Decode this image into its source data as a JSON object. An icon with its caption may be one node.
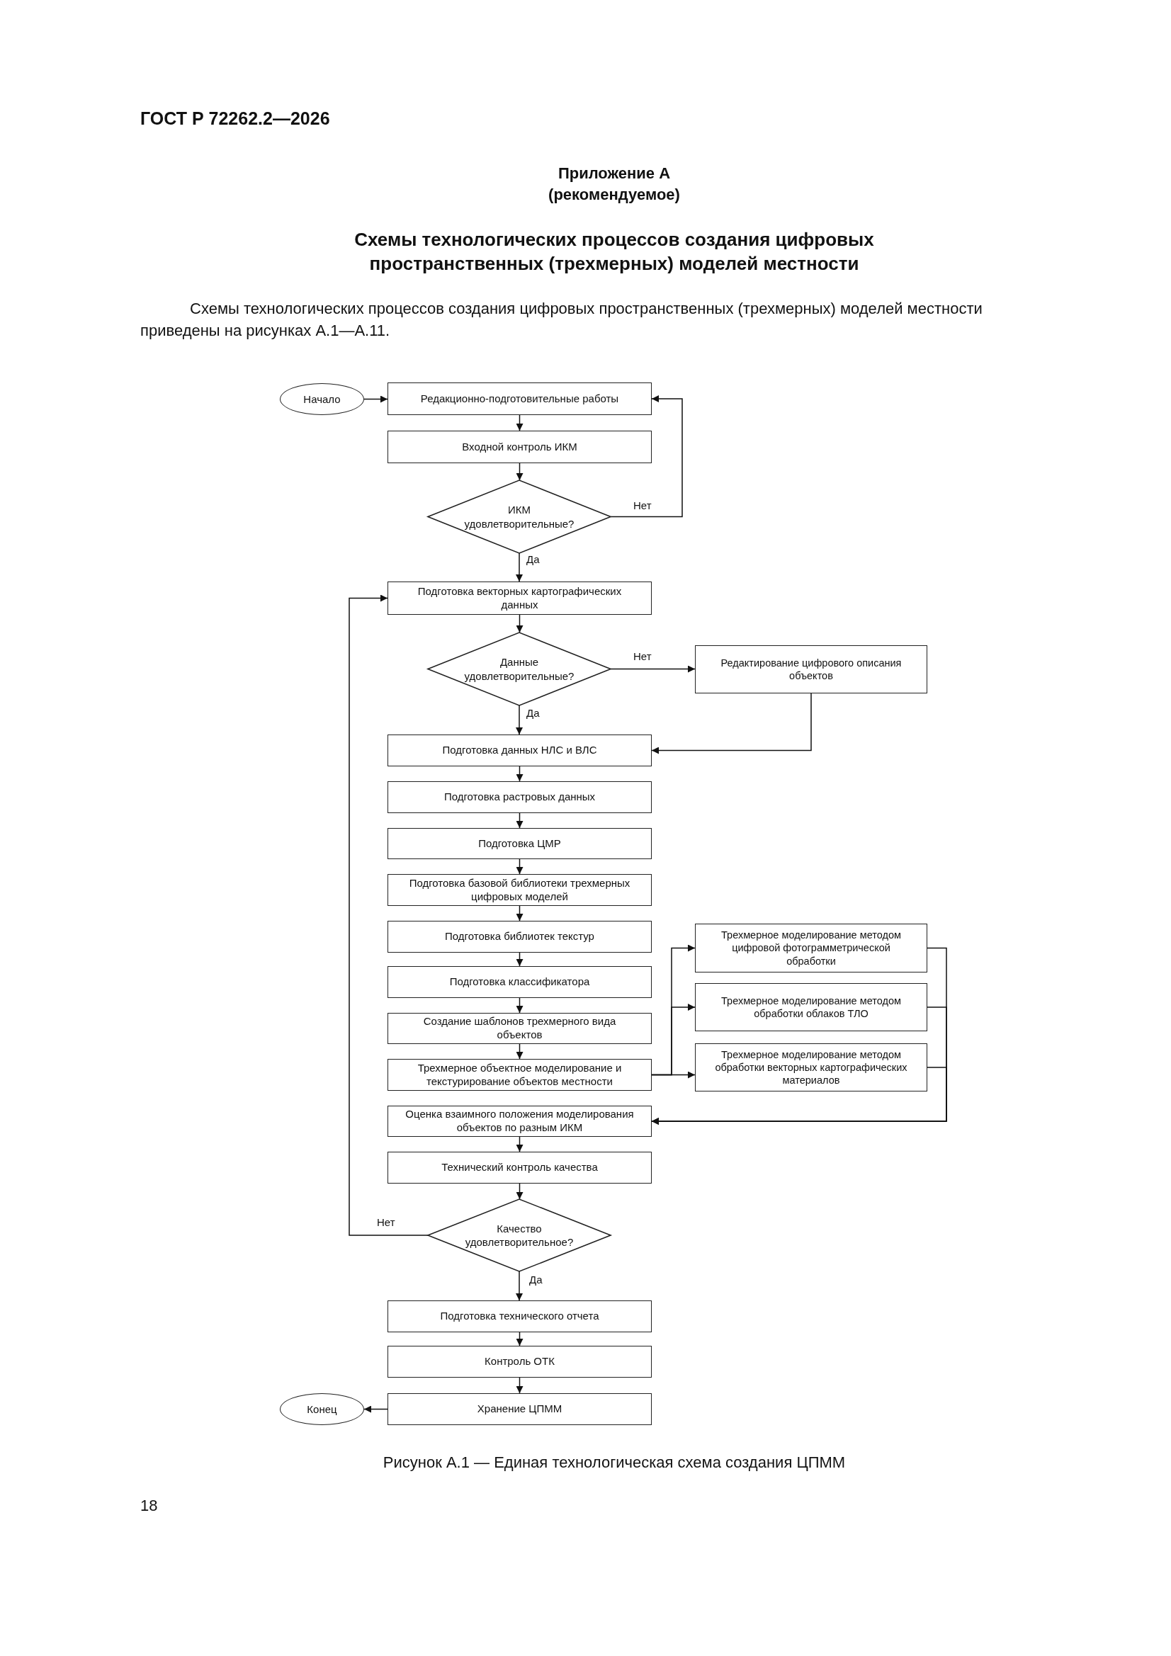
{
  "diagram": {
    "title": "Схемы технологических процессов создания цифровых пространственных (трехмерных) моделей местности",
    "caption": "Рисунок А.1 — Единая технологическая схема создания ЦПММ",
    "labels": [
      "ГОСТ Р 72262.2—2026",
      "Приложение А",
      "(рекомендуемое)",
      "Схемы технологических процессов создания цифровых пространственных (трехмерных) моделей местности приведены на рисунках А.1—А.11.",
      "18"
    ],
    "nodes": [
      {
        "text": [
          "Начало"
        ]
      },
      {
        "text": [
          "Редакционно-подготовительные работы"
        ]
      },
      {
        "text": [
          "Входной контроль ИКМ"
        ]
      },
      {
        "text": [
          "ИКМ удовлетворительные?"
        ]
      },
      {
        "text": [
          "Подготовка векторных картографических данных"
        ]
      },
      {
        "text": [
          "Данные удовлетворительные?"
        ]
      },
      {
        "text": [
          "Редактирование цифрового описания объектов"
        ]
      },
      {
        "text": [
          "Подготовка данных НЛС и ВЛС"
        ]
      },
      {
        "text": [
          "Подготовка растровых данных"
        ]
      },
      {
        "text": [
          "Подготовка ЦМР"
        ]
      },
      {
        "text": [
          "Подготовка базовой библиотеки трехмерных цифровых моделей"
        ]
      },
      {
        "text": [
          "Подготовка библиотек текстур"
        ]
      },
      {
        "text": [
          "Подготовка классификатора"
        ]
      },
      {
        "text": [
          "Создание шаблонов трехмерного вида объектов"
        ]
      },
      {
        "text": [
          "Трехмерное объектное моделирование и текстурирование объектов местности"
        ]
      },
      {
        "text": [
          "Трехмерное моделирование методом цифровой фотограмметрической обработки"
        ]
      },
      {
        "text": [
          "Трехмерное моделирование методом обработки облаков ТЛО"
        ]
      },
      {
        "text": [
          "Трехмерное моделирование методом обработки векторных картографических материалов"
        ]
      },
      {
        "text": [
          "Оценка взаимного положения моделирования объектов по разным ИКМ"
        ]
      },
      {
        "text": [
          "Технический контроль качества"
        ]
      },
      {
        "text": [
          "Качество удовлетворительное?"
        ]
      },
      {
        "text": [
          "Подготовка технического отчета"
        ]
      },
      {
        "text": [
          "Контроль ОТК"
        ]
      },
      {
        "text": [
          "Хранение ЦПММ"
        ]
      },
      {
        "text": [
          "Конец"
        ]
      }
    ],
    "edges": [
      {
        "from": 0,
        "to": 1,
        "arrow": "to"
      },
      {
        "from": 1,
        "to": 2,
        "arrow": "to"
      },
      {
        "from": 2,
        "to": 3,
        "arrow": "to"
      },
      {
        "from": 3,
        "to": 1,
        "arrow": "to",
        "label": "Нет"
      },
      {
        "from": 3,
        "to": 4,
        "arrow": "to",
        "label": "Да"
      },
      {
        "from": 4,
        "to": 5,
        "arrow": "to"
      },
      {
        "from": 5,
        "to": 6,
        "arrow": "to",
        "label": "Нет"
      },
      {
        "from": 5,
        "to": 7,
        "arrow": "to",
        "label": "Да"
      },
      {
        "from": 6,
        "to": 7,
        "arrow": "to"
      },
      {
        "from": 7,
        "to": 8,
        "arrow": "to"
      },
      {
        "from": 8,
        "to": 9,
        "arrow": "to"
      },
      {
        "from": 9,
        "to": 10,
        "arrow": "to"
      },
      {
        "from": 10,
        "to": 11,
        "arrow": "to"
      },
      {
        "from": 11,
        "to": 12,
        "arrow": "to"
      },
      {
        "from": 12,
        "to": 13,
        "arrow": "to"
      },
      {
        "from": 13,
        "to": 14,
        "arrow": "to"
      },
      {
        "from": 14,
        "to": 15,
        "arrow": "to"
      },
      {
        "from": 14,
        "to": 16,
        "arrow": "to"
      },
      {
        "from": 14,
        "to": 17,
        "arrow": "to"
      },
      {
        "from": 15,
        "to": 18,
        "arrow": "to"
      },
      {
        "from": 16,
        "to": 18,
        "arrow": "to"
      },
      {
        "from": 17,
        "to": 18,
        "arrow": "to"
      },
      {
        "from": 18,
        "to": 19,
        "arrow": "to"
      },
      {
        "from": 19,
        "to": 20,
        "arrow": "to"
      },
      {
        "from": 20,
        "to": 4,
        "arrow": "to",
        "label": "Нет"
      },
      {
        "from": 20,
        "to": 21,
        "arrow": "to",
        "label": "Да"
      },
      {
        "from": 21,
        "to": 22,
        "arrow": "to"
      },
      {
        "from": 22,
        "to": 23,
        "arrow": "to"
      },
      {
        "from": 23,
        "to": 24,
        "arrow": "to"
      }
    ]
  }
}
